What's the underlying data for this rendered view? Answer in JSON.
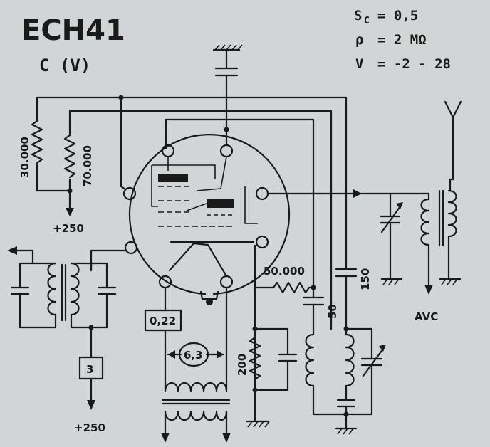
{
  "tube": {
    "name": "ECH41",
    "base": "C (V)"
  },
  "specs": {
    "sc": "S",
    "sc_sub": "C",
    "sc_val": "= 0,5",
    "rho": "ρ",
    "rho_val": "= 2 MΩ",
    "v": "V",
    "v_val": "= -2 - 28"
  },
  "labels": {
    "r30k": "30.000",
    "r70k": "70.000",
    "plus250_top": "+250",
    "r50k": "50.000",
    "c150": "150",
    "c50": "50",
    "r200": "200",
    "avc": "AVC",
    "box_022": "0,22",
    "box_63": "6,3",
    "box_3": "3",
    "plus250_bottom": "+250"
  },
  "colors": {
    "ink": "#1a1a1a",
    "paper": "#d2d5d5"
  }
}
